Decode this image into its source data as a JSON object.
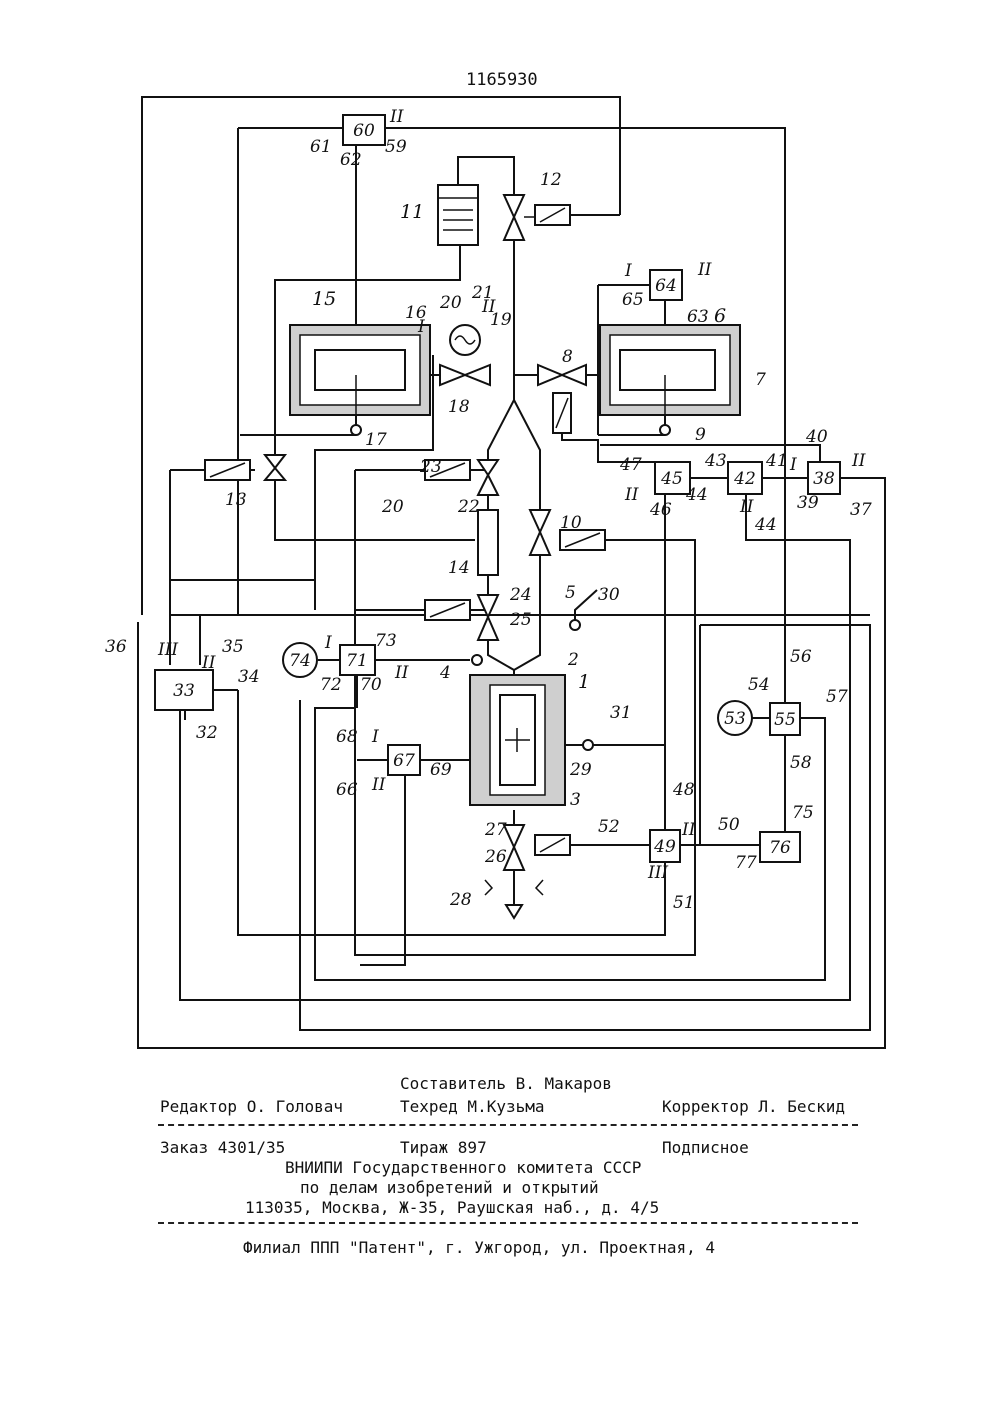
{
  "patent_number": "1165930",
  "blocks": {
    "b11": "11",
    "b15": "15",
    "b6": "6",
    "b1": "1",
    "b33": "33",
    "b38": "38",
    "b42": "42",
    "b45": "45",
    "b49": "49",
    "b55": "55",
    "b60": "60",
    "b64": "64",
    "b67": "67",
    "b71": "71",
    "b74": "74",
    "b76": "76",
    "b53": "53"
  },
  "labels": {
    "l2": "2",
    "l3": "3",
    "l4": "4",
    "l5": "5",
    "l7": "7",
    "l8": "8",
    "l9": "9",
    "l10": "10",
    "l12": "12",
    "l13": "13",
    "l14": "14",
    "l16": "16",
    "l17": "17",
    "l18": "18",
    "l19": "19",
    "l20a": "20",
    "l20b": "20",
    "l21": "21",
    "l22": "22",
    "l23": "23",
    "l24": "24",
    "l25": "25",
    "l26": "26",
    "l27": "27",
    "l28": "28",
    "l29": "29",
    "l30": "30",
    "l31": "31",
    "l32": "32",
    "l34": "34",
    "l35": "35",
    "l36": "36",
    "l37": "37",
    "l39": "39",
    "l40": "40",
    "l41": "41",
    "l43": "43",
    "l44a": "44",
    "l44b": "44",
    "l46": "46",
    "l47": "47",
    "l48": "48",
    "l50": "50",
    "l51": "51",
    "l52": "52",
    "l54": "54",
    "l56": "56",
    "l57": "57",
    "l58": "58",
    "l59": "59",
    "l61": "61",
    "l62": "62",
    "l63": "63",
    "l65": "65",
    "l66": "66",
    "l68": "68",
    "l69": "69",
    "l70": "70",
    "l72": "72",
    "l73": "73",
    "l75": "75",
    "l77": "77",
    "rI_19": "I",
    "rII_19": "II",
    "rI_64": "I",
    "rII_64": "II",
    "rII_60": "II",
    "rI_38": "I",
    "rII_38": "II",
    "rII_42": "II",
    "rII_45": "II",
    "rII_49": "II",
    "rIII_49": "III",
    "rIII_33": "III",
    "rII_33": "II",
    "rI_71": "I",
    "rII_71": "II",
    "rI_67": "I",
    "rII_67": "II"
  },
  "footer": {
    "compiler": "Составитель В. Макаров",
    "editor": "Редактор О. Головач",
    "techred": "Техред М.Кузьма",
    "corrector": "Корректор Л. Бескид",
    "order": "Заказ 4301/35",
    "circulation": "Тираж 897",
    "subscription": "Подписное",
    "org1": "ВНИИПИ Государственного комитета СССР",
    "org2": "по делам изобретений и открытий",
    "address": "113035, Москва, Ж-35, Раушская наб., д. 4/5",
    "branch": "Филиал ППП \"Патент\", г. Ужгород, ул. Проектная, 4"
  }
}
